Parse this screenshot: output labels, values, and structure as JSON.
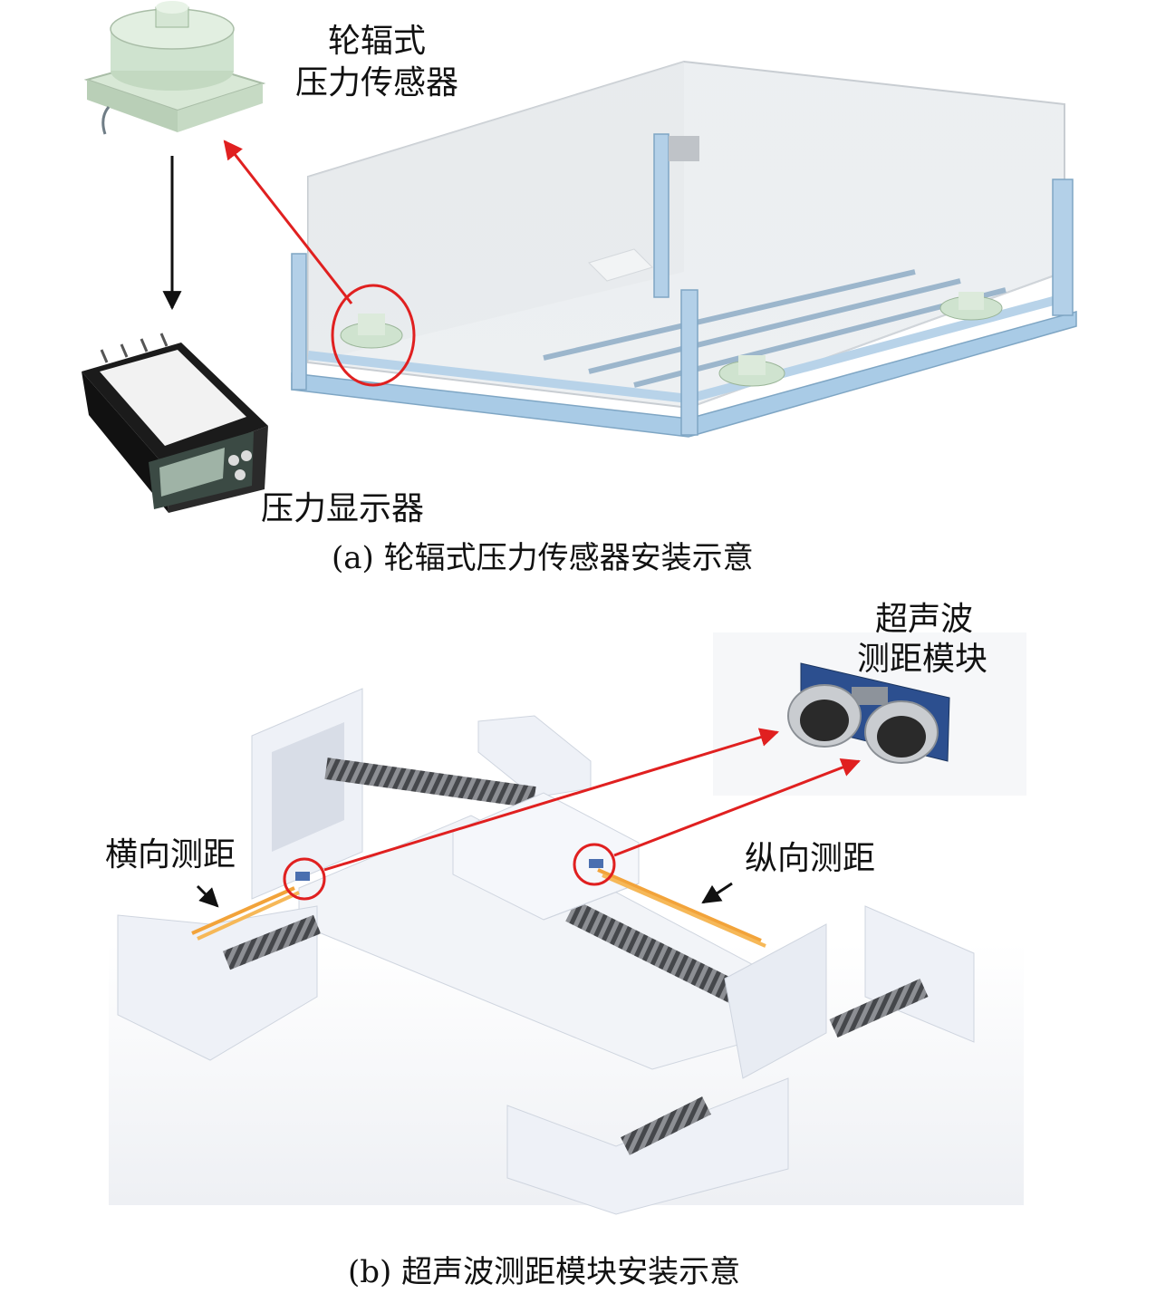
{
  "panel_a": {
    "label_sensor_line1": "轮辐式",
    "label_sensor_line2": "压力传感器",
    "label_display": "压力显示器",
    "caption": "(a) 轮辐式压力传感器安装示意"
  },
  "panel_b": {
    "label_module_line1": "超声波",
    "label_module_line2": "测距模块",
    "label_lateral": "横向测距",
    "label_longitudinal": "纵向测距",
    "caption": "(b) 超声波测距模块安装示意"
  },
  "colors": {
    "arrow_red": "#e02020",
    "arrow_black": "#111111",
    "frame_blue": "#9cc7e6",
    "sensor_green": "#cfe3cf",
    "rail_white": "#eef1f7",
    "beam_orange": "#f2a33a"
  }
}
